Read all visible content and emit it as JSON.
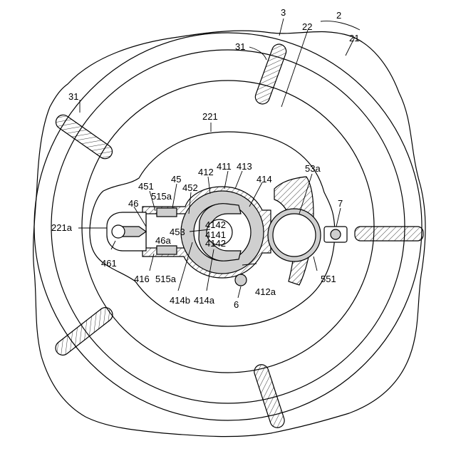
{
  "labels": {
    "n3": "3",
    "n2": "2",
    "n22": "22",
    "n21": "21",
    "n31_top": "31",
    "n31_left": "31",
    "n221": "221",
    "n413": "413",
    "n411": "411",
    "n412": "412",
    "n414": "414",
    "n53a": "53a",
    "n45": "45",
    "n451": "451",
    "n515a_top": "515a",
    "n452": "452",
    "n46": "46",
    "n7": "7",
    "n221a": "221a",
    "n4142_top": "4142",
    "n453": "453",
    "n4141": "4141",
    "n46a": "46a",
    "n4142_bot": "4142",
    "n461": "461",
    "n416": "416",
    "n515a_bot": "515a",
    "n412a": "412a",
    "n551": "551",
    "n414b": "414b",
    "n414a": "414a",
    "n6": "6"
  }
}
